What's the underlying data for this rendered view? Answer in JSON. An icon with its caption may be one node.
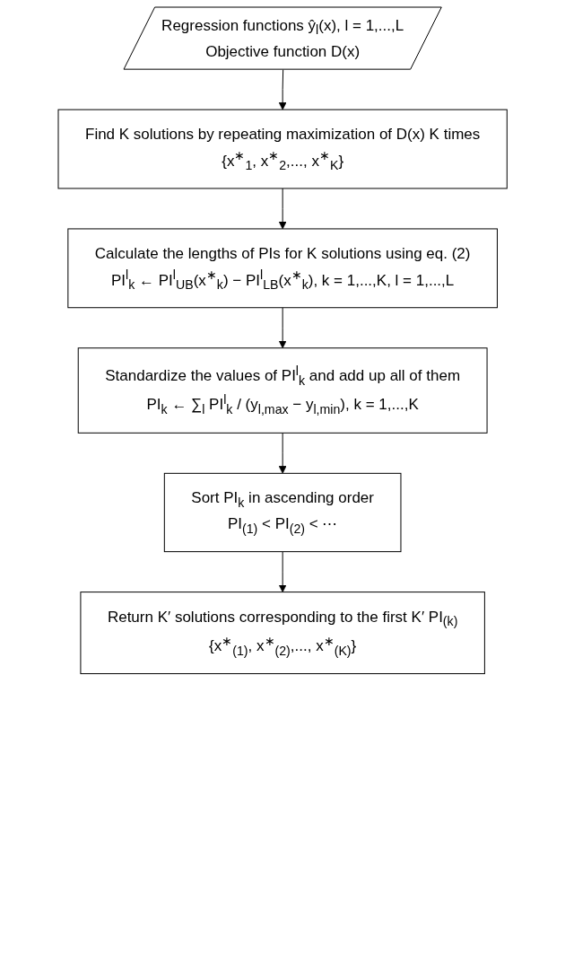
{
  "diagram": {
    "nodes": [
      {
        "text": [
          "Regression functions ŷ$_{l}$(x), l = 1,...,L",
          "Objective function D(x)"
        ]
      },
      {
        "text": [
          "Find K solutions by repeating maximization of D(x) K times",
          "{x$^{∗}$$_{1}$, x$^{∗}$$_{2}$,..., x$^{∗}$$_{K}$}"
        ]
      },
      {
        "text": [
          "Calculate the lengths of PIs for K solutions using eq. (2)",
          "PI$^{l}$$_{k}$ ← PI$^{l}$$_{UB}$(x$^{∗}$$_{k}$) − PI$^{l}$$_{LB}$(x$^{∗}$$_{k}$), k = 1,...,K, l = 1,...,L"
        ]
      },
      {
        "text": [
          "Standardize the values of PI$^{l}$$_{k}$ and add up all of them",
          "PI$_{k}$ ← ∑$_{l}$ PI$^{l}$$_{k}$ / (y$_{l,max}$ − y$_{l,min}$), k = 1,...,K"
        ]
      },
      {
        "text": [
          "Sort PI$_{k}$ in ascending order",
          "PI$_{(1)}$ < PI$_{(2)}$ < ⋯"
        ]
      },
      {
        "text": [
          "Return K′ solutions corresponding to the first K′ PI$_{(k)}$",
          "{x$^{∗}$$_{(1)}$, x$^{∗}$$_{(2)}$,..., x$^{∗}$$_{(K)}$}"
        ]
      }
    ],
    "edges": [
      {
        "from": 0,
        "to": 1,
        "arrow": "to"
      },
      {
        "from": 1,
        "to": 2,
        "arrow": "to"
      },
      {
        "from": 2,
        "to": 3,
        "arrow": "to"
      },
      {
        "from": 3,
        "to": 4,
        "arrow": "to"
      },
      {
        "from": 4,
        "to": 5,
        "arrow": "to"
      }
    ]
  }
}
